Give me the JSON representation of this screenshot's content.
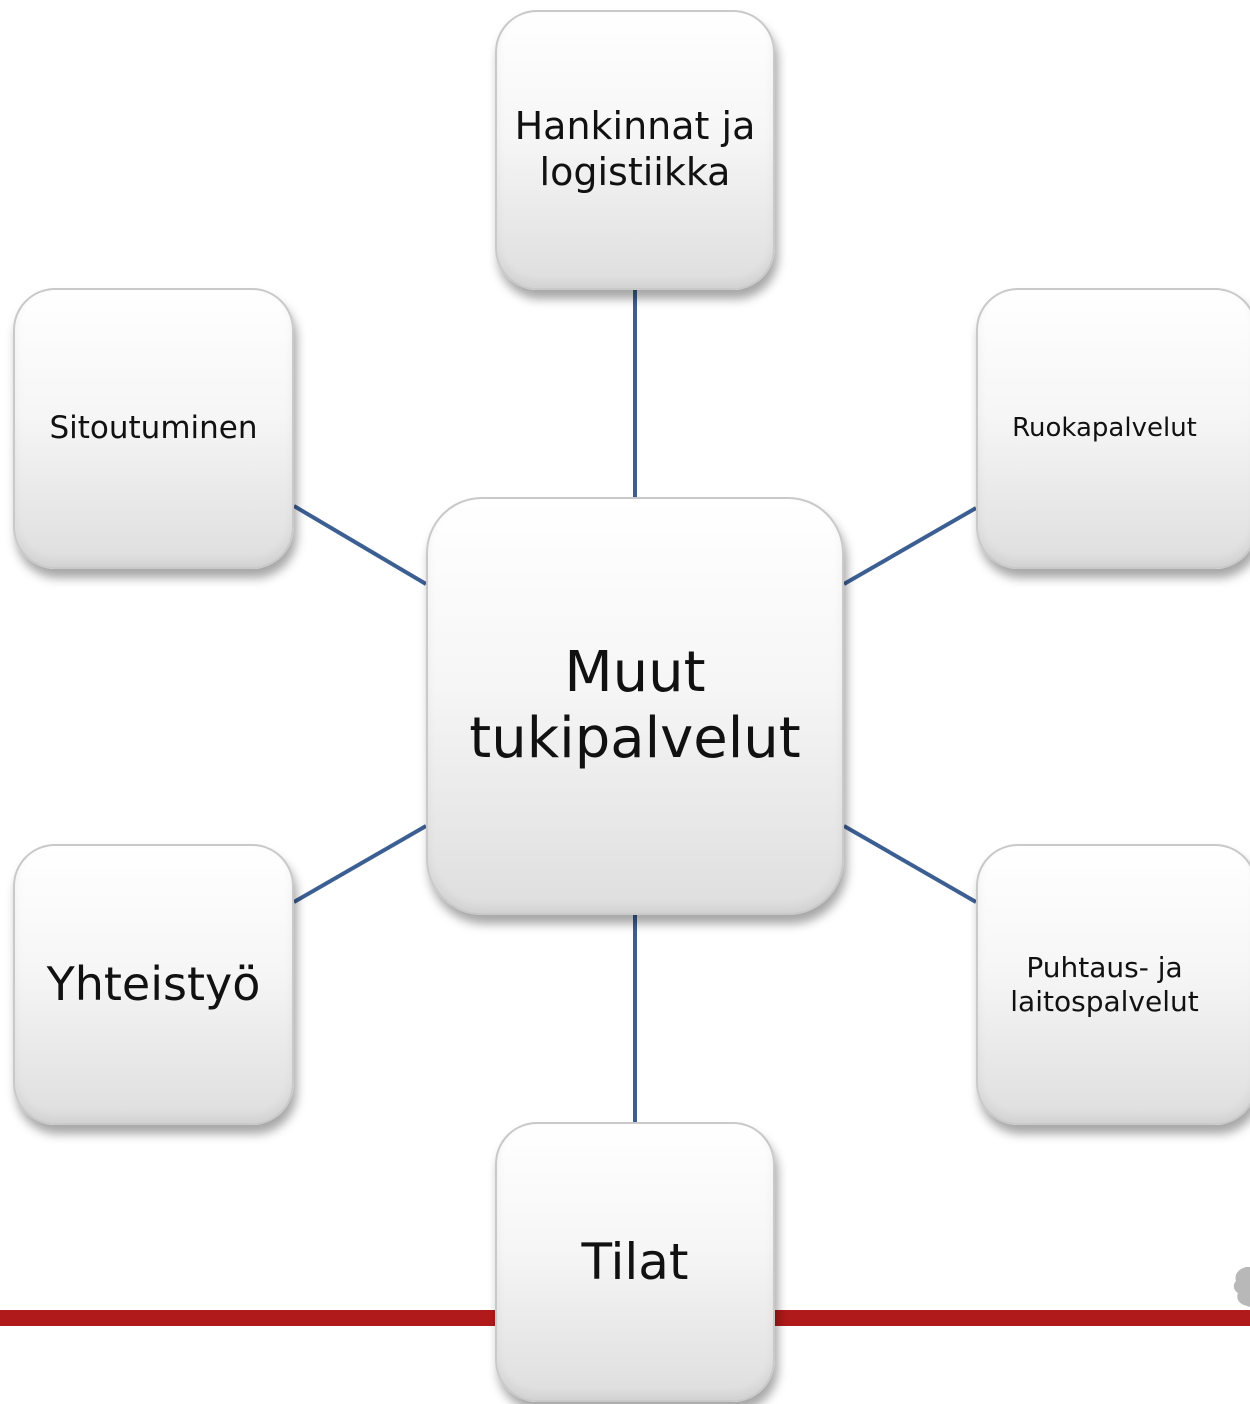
{
  "diagram": {
    "center": "Muut tukipalvelut",
    "nodes": {
      "top": "Hankinnat ja logistiikka",
      "upper_left": "Sitoutuminen",
      "upper_right": "Ruokapalvelut",
      "lower_left": "Yhteistyö",
      "lower_right": "Puhtaus- ja laitospalvelut",
      "bottom": "Tilat"
    }
  },
  "colors": {
    "connector": "#3c5f93",
    "bar": "#b11a1a",
    "node_border": "#c9c9c9"
  }
}
